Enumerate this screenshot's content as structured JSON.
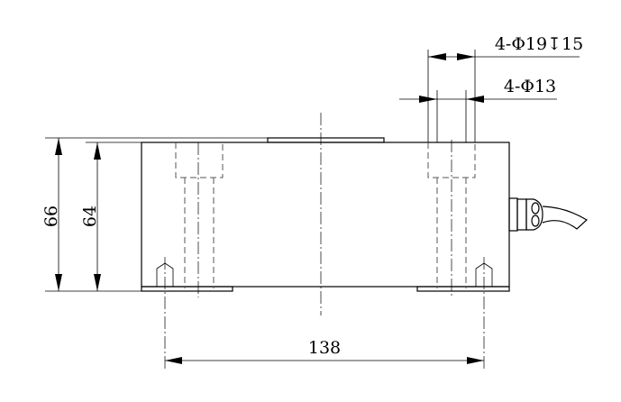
{
  "drawing": {
    "dimensions": {
      "height_total": "66",
      "height_body": "64",
      "bolt_spacing": "138",
      "counterbore": "4-Φ19↧15",
      "through_hole": "4-Φ13"
    }
  }
}
